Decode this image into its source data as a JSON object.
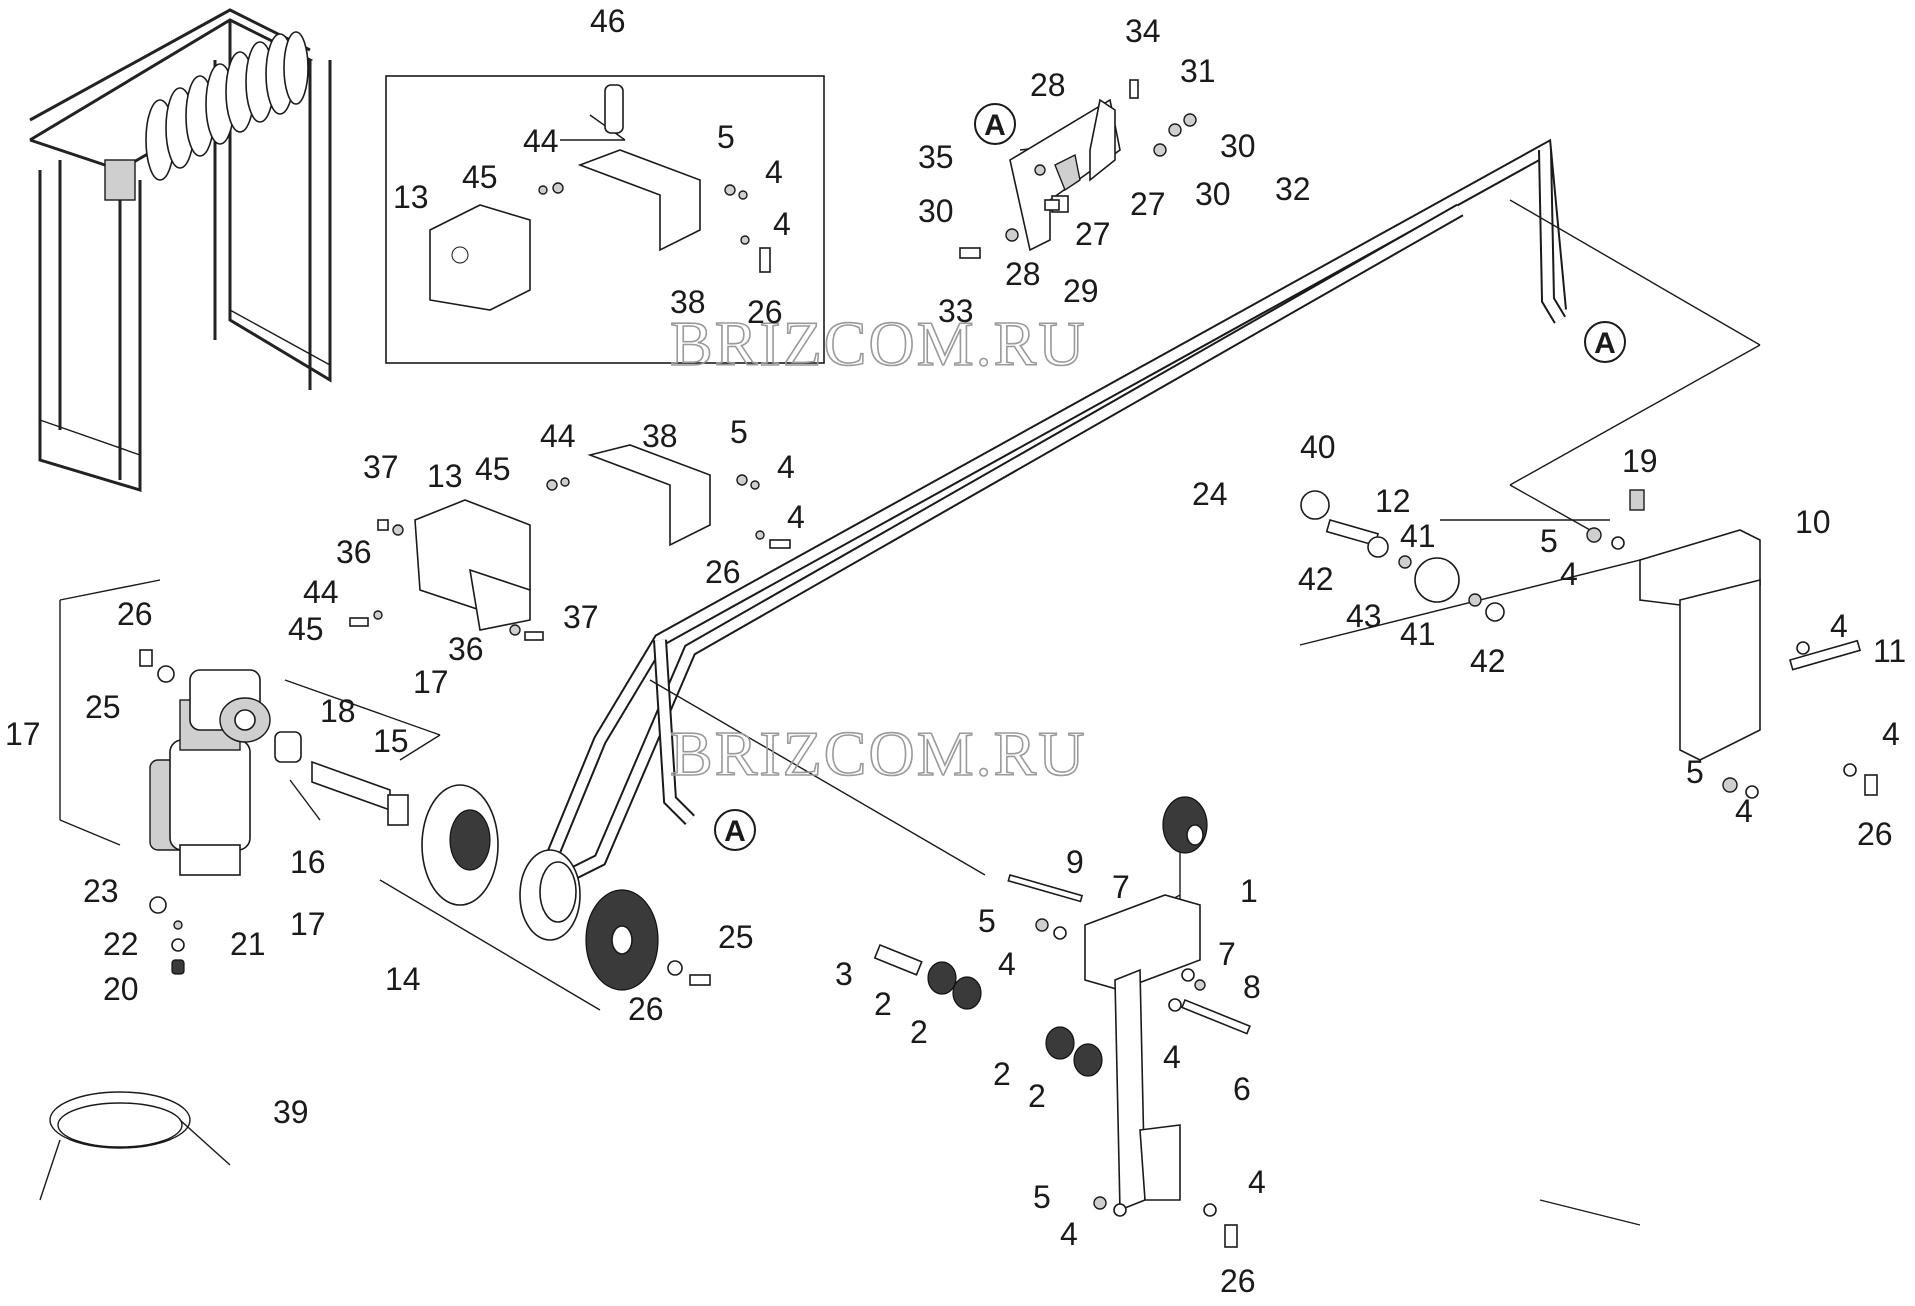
{
  "callouts": [
    "A",
    "A",
    "A"
  ],
  "watermark": [
    "BRIZCOM.RU",
    "BRIZCOM.RU"
  ],
  "labels": [
    "46",
    "34",
    "31",
    "28",
    "30",
    "35",
    "32",
    "30",
    "27",
    "27",
    "30",
    "28",
    "29",
    "33",
    "44",
    "45",
    "5",
    "4",
    "4",
    "13",
    "38",
    "26",
    "44",
    "38",
    "5",
    "4",
    "4",
    "26",
    "37",
    "13",
    "45",
    "36",
    "44",
    "45",
    "36",
    "37",
    "40",
    "24",
    "12",
    "19",
    "5",
    "4",
    "10",
    "41",
    "42",
    "43",
    "41",
    "42",
    "4",
    "11",
    "4",
    "5",
    "4",
    "26",
    "26",
    "25",
    "17",
    "17",
    "18",
    "15",
    "16",
    "17",
    "23",
    "22",
    "21",
    "20",
    "14",
    "25",
    "26",
    "9",
    "7",
    "1",
    "5",
    "4",
    "7",
    "8",
    "3",
    "2",
    "2",
    "2",
    "2",
    "4",
    "6",
    "39",
    "5",
    "4",
    "4",
    "26"
  ],
  "icons": {
    "gate_frame": "conveyor-frame-illustration",
    "motor": "gear-motor",
    "belt": "drive-belt",
    "cable": "power-cable"
  }
}
